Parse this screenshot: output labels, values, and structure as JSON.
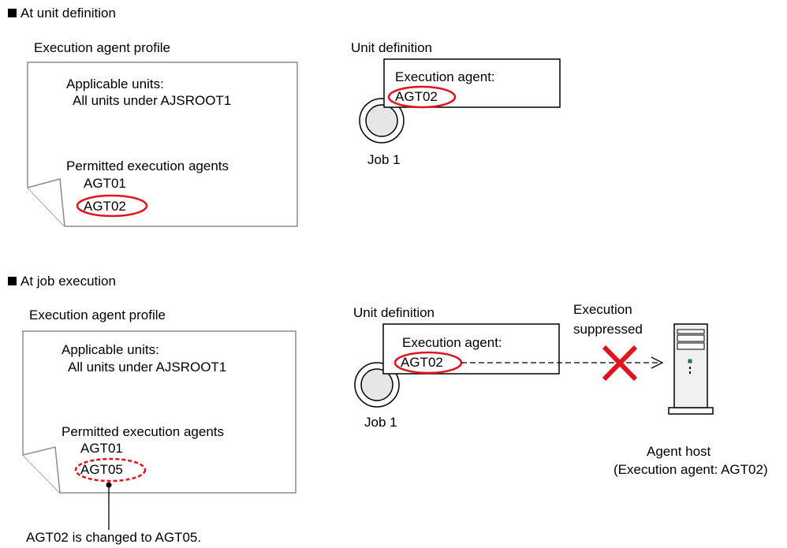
{
  "section1": {
    "heading": "At unit definition",
    "profile": {
      "title": "Execution agent profile",
      "applicable_label": "Applicable units:",
      "applicable_value": "All units under AJSROOT1",
      "permitted_label": "Permitted execution agents",
      "agents": [
        "AGT01",
        "AGT02"
      ]
    },
    "unit": {
      "title": "Unit definition",
      "agent_label": "Execution agent:",
      "agent_value": "AGT02",
      "job_label": "Job 1"
    }
  },
  "section2": {
    "heading": "At job execution",
    "profile": {
      "title": "Execution agent profile",
      "applicable_label": "Applicable units:",
      "applicable_value": "All units under AJSROOT1",
      "permitted_label": "Permitted execution agents",
      "agents": [
        "AGT01",
        "AGT05"
      ]
    },
    "unit": {
      "title": "Unit definition",
      "agent_label": "Execution agent:",
      "agent_value": "AGT02",
      "job_label": "Job 1"
    },
    "suppressed_line1": "Execution",
    "suppressed_line2": "suppressed",
    "host_label": "Agent host",
    "host_sublabel": "(Execution agent: AGT02)",
    "change_note": "AGT02 is changed to AGT05."
  },
  "colors": {
    "highlight": "#e0141e",
    "stroke": "#000000",
    "document_border": "#8c8c8c",
    "server_body": "#f0f0f0"
  }
}
